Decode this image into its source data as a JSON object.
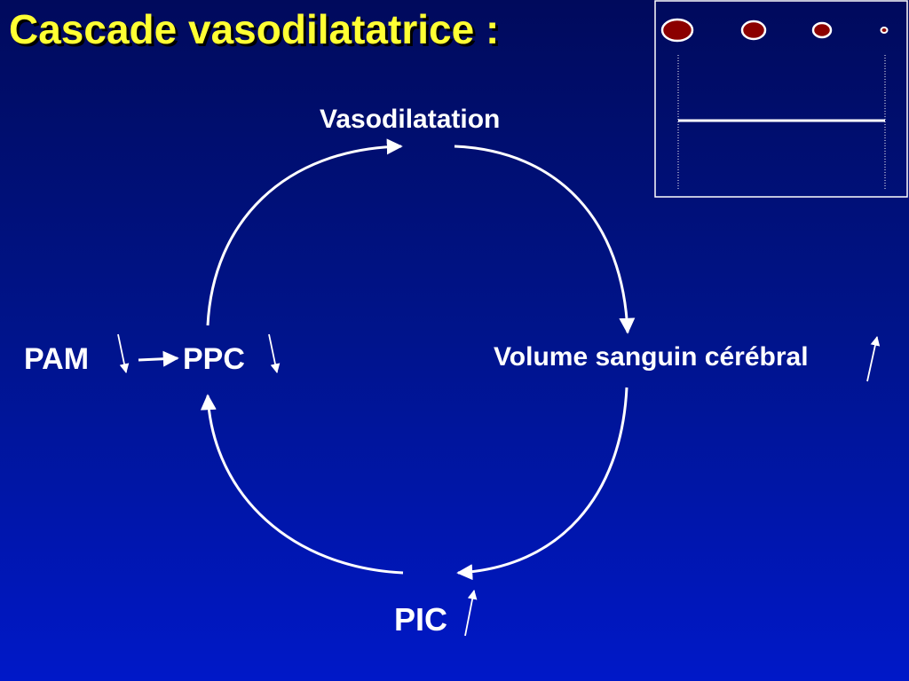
{
  "title": "Cascade vasodilatatrice :",
  "nodes": {
    "vasodilatation": "Vasodilatation",
    "volume": "Volume sanguin cérébral",
    "pam": "PAM",
    "ppc": "PPC",
    "pic": "PIC"
  },
  "trends": {
    "pam": "decrease",
    "ppc": "decrease",
    "volume": "increase",
    "pic": "increase"
  },
  "inset": {
    "vessel_count": 4,
    "vessel_color": "#8b0000"
  },
  "colors": {
    "title": "#ffff33",
    "text": "#ffffff",
    "background_top": "#000a5c",
    "background_bottom": "#0018c8"
  }
}
